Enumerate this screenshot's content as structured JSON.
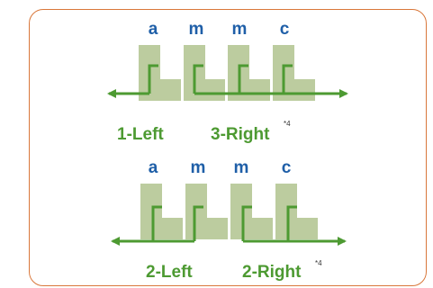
{
  "diagrams": [
    {
      "letters": [
        "a",
        "m",
        "m",
        "c"
      ],
      "left_label": "1-Left",
      "right_label": "3-Right",
      "note_mark": "*4"
    },
    {
      "letters": [
        "a",
        "m",
        "m",
        "c"
      ],
      "left_label": "2-Left",
      "right_label": "2-Right",
      "note_mark": "*4"
    }
  ],
  "colors": {
    "frame": "#d9773a",
    "block": "#bccc9f",
    "arrow": "#4d9a32",
    "letter": "#1f5fa8"
  }
}
